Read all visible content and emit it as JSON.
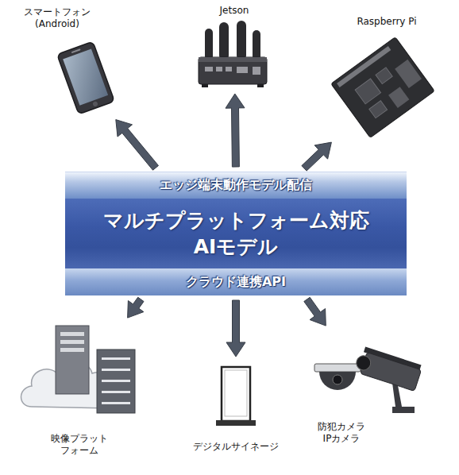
{
  "diagram": {
    "nodes": [
      {
        "text": [
          "スマートフォン (Android)"
        ]
      },
      {
        "text": [
          "Jetson"
        ]
      },
      {
        "text": [
          "Raspberry Pi"
        ]
      },
      {
        "text": [
          "エッジ端末動作モデル配信"
        ]
      },
      {
        "text": [
          "マルチプラットフォーム対応 AIモデル"
        ]
      },
      {
        "text": [
          "クラウド連携API"
        ]
      },
      {
        "text": [
          "映像プラット フォーム"
        ]
      },
      {
        "text": [
          "デジタルサイネージ"
        ]
      },
      {
        "text": [
          "防犯カメラ IPカメラ"
        ]
      }
    ],
    "edges": [
      {
        "from": 3,
        "to": 0,
        "arrow": "to"
      },
      {
        "from": 3,
        "to": 1,
        "arrow": "to"
      },
      {
        "from": 3,
        "to": 2,
        "arrow": "to"
      },
      {
        "from": 5,
        "to": 6,
        "arrow": "to"
      },
      {
        "from": 5,
        "to": 7,
        "arrow": "to"
      },
      {
        "from": 5,
        "to": 8,
        "arrow": "to"
      }
    ]
  }
}
